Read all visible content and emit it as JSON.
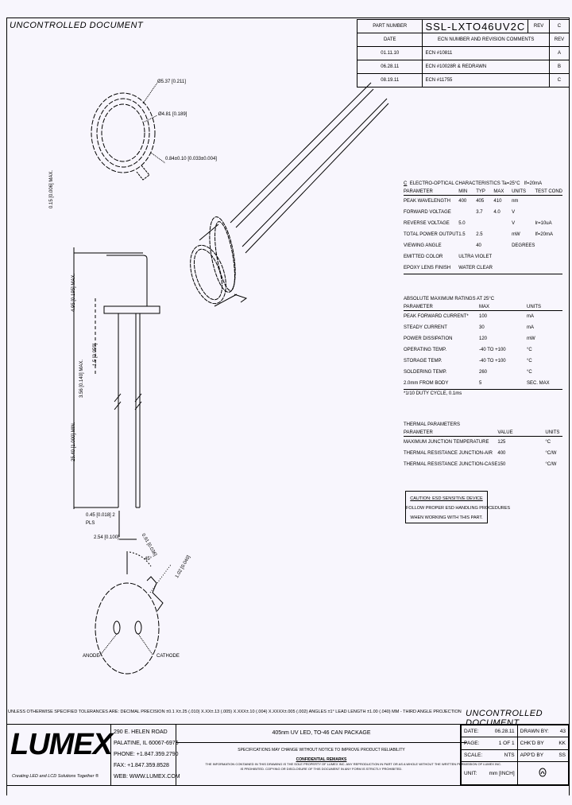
{
  "header": {
    "watermark": "UNCONTROLLED DOCUMENT",
    "part_number_label": "PART NUMBER",
    "part_number": "SSL-LXTO46UV2C",
    "rev_label": "REV",
    "rev": "C"
  },
  "revision_history": {
    "columns": [
      "DATE",
      "ECN NUMBER AND REVISION COMMENTS",
      "REV"
    ],
    "rows": [
      {
        "date": "01.11.10",
        "comment": "ECN #10811",
        "rev": "A"
      },
      {
        "date": "06.28.11",
        "comment": "ECN #10028R & REDRAWN",
        "rev": "B"
      },
      {
        "date": "08.19.11",
        "comment": "ECN #11755",
        "rev": "C"
      }
    ]
  },
  "drawing": {
    "top_view": {
      "dims": [
        "Ø5.37 [0.211]",
        "Ø4.81 [0.189]",
        "0.84±0.10 [0.033±0.004]"
      ]
    },
    "side_view": {
      "dims": [
        "0.15 [0.006] MAX.",
        "4.95 [0.195] MAX.",
        "3.56 [0.140] MAX.",
        "1.5 [0.059]",
        "25.40 [1.000] MIN.",
        "0.45 [0.018] 2 PLS",
        "2.54 [0.100]"
      ]
    },
    "bottom_view": {
      "angle": "45°",
      "dims": [
        "0.91 [0.036]",
        "1.02 [0.040]"
      ],
      "pins": [
        "ANODE",
        "CATHODE"
      ]
    }
  },
  "electro_optical": {
    "title": "ELECTRO-OPTICAL CHARACTERISTICS Ta=25°C",
    "condition": "If=20mA",
    "note_marker": "C",
    "columns": [
      "PARAMETER",
      "MIN",
      "TYP",
      "MAX",
      "UNITS",
      "TEST COND"
    ],
    "rows": [
      {
        "param": "PEAK WAVELENGTH",
        "min": "400",
        "typ": "405",
        "max": "410",
        "units": "nm",
        "cond": ""
      },
      {
        "param": "FORWARD VOLTAGE",
        "min": "",
        "typ": "3.7",
        "max": "4.0",
        "units": "V",
        "cond": ""
      },
      {
        "param": "REVERSE VOLTAGE",
        "min": "5.0",
        "typ": "",
        "max": "",
        "units": "V",
        "cond": "Ir=10uA"
      },
      {
        "param": "TOTAL POWER OUTPUT",
        "min": "1.5",
        "typ": "2.5",
        "max": "",
        "units": "mW",
        "cond": "If=20mA"
      },
      {
        "param": "VIEWING ANGLE",
        "min": "",
        "typ": "40",
        "max": "",
        "units": "DEGREES",
        "cond": ""
      },
      {
        "param": "EMITTED COLOR",
        "min": "ULTRA VIOLET",
        "typ": "",
        "max": "",
        "units": "",
        "cond": ""
      },
      {
        "param": "EPOXY LENS FINISH",
        "min": "WATER CLEAR",
        "typ": "",
        "max": "",
        "units": "",
        "cond": ""
      }
    ]
  },
  "absolute_max": {
    "title": "ABSOLUTE MAXIMUM RATINGS AT 25°C",
    "columns": [
      "PARAMETER",
      "MAX",
      "UNITS"
    ],
    "rows": [
      {
        "param": "PEAK FORWARD CURRENT*",
        "max": "100",
        "units": "mA"
      },
      {
        "param": "STEADY CURRENT",
        "max": "30",
        "units": "mA"
      },
      {
        "param": "POWER DISSIPATION",
        "max": "120",
        "units": "mW"
      },
      {
        "param": "OPERATING TEMP.",
        "max": "-40 TO +100",
        "units": "°C"
      },
      {
        "param": "STORAGE TEMP.",
        "max": "-40 TO +100",
        "units": "°C"
      },
      {
        "param": "SOLDERING TEMP.",
        "max": "260",
        "units": "°C"
      },
      {
        "param": "2.0mm FROM BODY",
        "max": "5",
        "units": "SEC. MAX"
      }
    ],
    "footnote": "*1/10 DUTY CYCLE, 0.1ms"
  },
  "thermal": {
    "title": "THERMAL PARAMETERS",
    "columns": [
      "PARAMETER",
      "VALUE",
      "UNITS"
    ],
    "rows": [
      {
        "param": "MAXIMUM JUNCTION TEMPERATURE",
        "value": "125",
        "units": "°C"
      },
      {
        "param": "THERMAL RESISTANCE JUNCTION-AIR",
        "value": "400",
        "units": "°C/W"
      },
      {
        "param": "THERMAL RESISTANCE JUNCTION-CASE",
        "value": "150",
        "units": "°C/W"
      }
    ]
  },
  "caution": {
    "line1": "CAUTION: ESD SENSITIVE DEVICE",
    "line2": "FOLLOW PROPER ESD HANDLING PROCEDURES",
    "line3": "WHEN WORKING WITH THIS PART."
  },
  "tolerances": {
    "text": "UNLESS OTHERWISE SPECIFIED TOLERANCES ARE: DECIMAL PRECISION ±0.1 X±.25 (.010) X.XX±.13 (.005) X.XXX±.10 (.004) X.XXXX±.005 (.002) ANGLES ±1° LEAD LENGTH ±1.00 (.040) MM - THIRD ANGLE PROJECTION",
    "watermark": "UNCONTROLLED DOCUMENT"
  },
  "title_block": {
    "logo": "LUMEX",
    "tagline": "Creating LED and LCD Solutions Together ®",
    "address": [
      "290 E. HELEN ROAD",
      "PALATINE, IL 60067-6976",
      "PHONE: +1.847.359.2790",
      "FAX: +1.847.359.8528",
      "WEB: WWW.LUMEX.COM"
    ],
    "description": "405nm UV LED, TO-46 CAN PACKAGE",
    "spec_note": "SPECIFICATIONS MAY CHANGE WITHOUT NOTICE TO IMPROVE PRODUCT RELIABILITY",
    "confidential_title": "CONFIDENTIAL REMARKS",
    "confidential_1": "THE INFORMATION CONTAINED IN THIS DRAWING IS THE SOLE PROPERTY OF LUMEX INC. ANY REPRODUCTION IN PART OR AS A WHOLE WITHOUT THE WRITTEN PERMISSION OF LUMEX INC.",
    "confidential_2": "IS PROHIBITED. COPYING OR DISCLOSURE OF THIS DOCUMENT IN ANY FORM IS STRICTLY PROHIBITED.",
    "date_label": "DATE:",
    "date": "06.28.11",
    "drawn_label": "DRAWN BY:",
    "drawn": "43",
    "page_label": "PAGE:",
    "page": "1 OF 1",
    "checked_label": "CHK'D BY",
    "checked": "KK",
    "scale_label": "SCALE:",
    "scale": "NTS",
    "approved_label": "APP'D BY",
    "approved": "SS",
    "unit_label": "UNIT:",
    "unit": "mm [INCH]",
    "rohs_icon": "rohs-symbol"
  }
}
